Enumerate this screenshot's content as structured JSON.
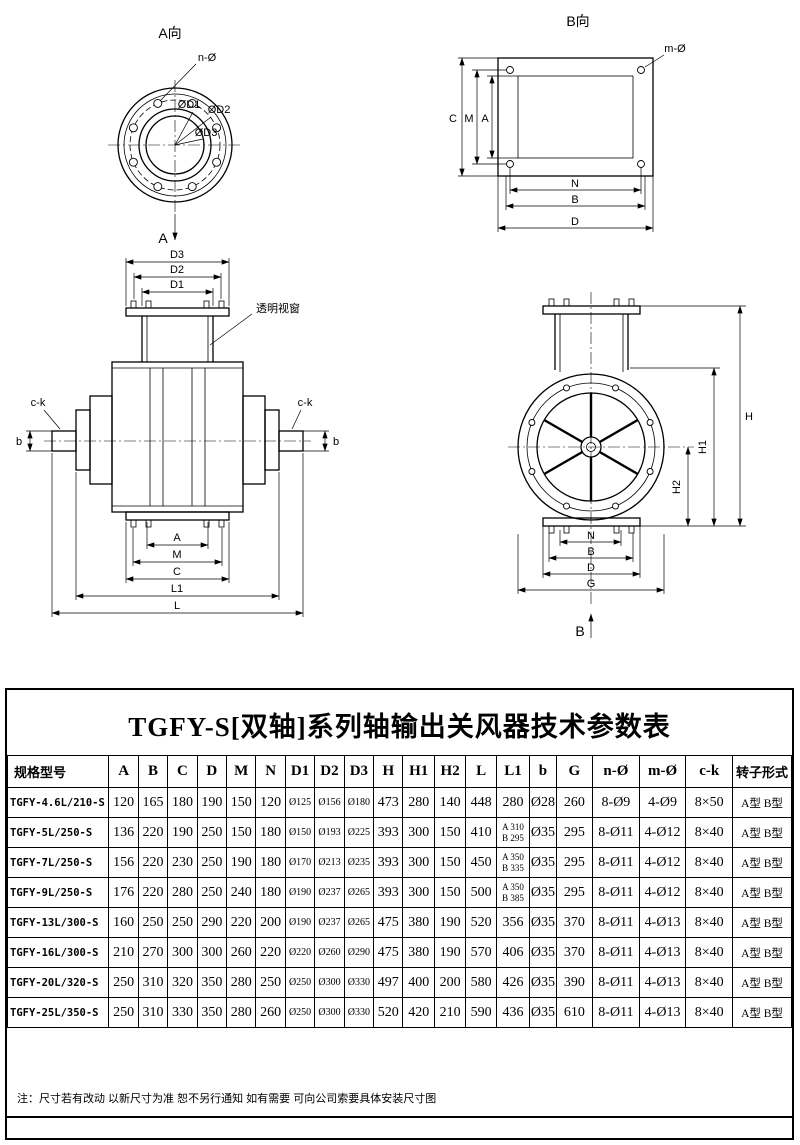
{
  "drawings": {
    "view_a": {
      "title": "A向",
      "n_hole_label": "n-Ø",
      "d1_label": "ØD1",
      "d2_label": "ØD2",
      "d3_label": "ØD3",
      "section_arrow": "A"
    },
    "view_b": {
      "title": "B向",
      "m_hole_label": "m-Ø",
      "dim_c": "C",
      "dim_m": "M",
      "dim_a": "A",
      "dim_n": "N",
      "dim_b": "B",
      "dim_d": "D"
    },
    "front_view": {
      "dim_d3": "D3",
      "dim_d2": "D2",
      "dim_d1": "D1",
      "window_label": "透明视窗",
      "ck_label": "c-k",
      "dim_b": "b",
      "dim_a": "A",
      "dim_m": "M",
      "dim_c": "C",
      "dim_l1": "L1",
      "dim_l": "L"
    },
    "side_view": {
      "dim_h": "H",
      "dim_h1": "H1",
      "dim_h2": "H2",
      "dim_n": "N",
      "dim_b": "B",
      "dim_d": "D",
      "dim_g": "G",
      "section_arrow": "B"
    }
  },
  "table": {
    "title": "TGFY-S[双轴]系列轴输出关风器技术参数表",
    "headers": [
      "规格型号",
      "A",
      "B",
      "C",
      "D",
      "M",
      "N",
      "D1",
      "D2",
      "D3",
      "H",
      "H1",
      "H2",
      "L",
      "L1",
      "b",
      "G",
      "n-Ø",
      "m-Ø",
      "c-k",
      "转子形式"
    ],
    "rows": [
      [
        "TGFY-4.6L/210-S",
        "120",
        "165",
        "180",
        "190",
        "150",
        "120",
        "Ø125",
        "Ø156",
        "Ø180",
        "473",
        "280",
        "140",
        "448",
        "280",
        "Ø28",
        "260",
        "8-Ø9",
        "4-Ø9",
        "8×50",
        "A型 B型"
      ],
      [
        "TGFY-5L/250-S",
        "136",
        "220",
        "190",
        "250",
        "150",
        "180",
        "Ø150",
        "Ø193",
        "Ø225",
        "393",
        "300",
        "150",
        "410",
        "A 310\nB 295",
        "Ø35",
        "295",
        "8-Ø11",
        "4-Ø12",
        "8×40",
        "A型 B型"
      ],
      [
        "TGFY-7L/250-S",
        "156",
        "220",
        "230",
        "250",
        "190",
        "180",
        "Ø170",
        "Ø213",
        "Ø235",
        "393",
        "300",
        "150",
        "450",
        "A 350\nB 335",
        "Ø35",
        "295",
        "8-Ø11",
        "4-Ø12",
        "8×40",
        "A型 B型"
      ],
      [
        "TGFY-9L/250-S",
        "176",
        "220",
        "280",
        "250",
        "240",
        "180",
        "Ø190",
        "Ø237",
        "Ø265",
        "393",
        "300",
        "150",
        "500",
        "A 350\nB 385",
        "Ø35",
        "295",
        "8-Ø11",
        "4-Ø12",
        "8×40",
        "A型 B型"
      ],
      [
        "TGFY-13L/300-S",
        "160",
        "250",
        "250",
        "290",
        "220",
        "200",
        "Ø190",
        "Ø237",
        "Ø265",
        "475",
        "380",
        "190",
        "520",
        "356",
        "Ø35",
        "370",
        "8-Ø11",
        "4-Ø13",
        "8×40",
        "A型 B型"
      ],
      [
        "TGFY-16L/300-S",
        "210",
        "270",
        "300",
        "300",
        "260",
        "220",
        "Ø220",
        "Ø260",
        "Ø290",
        "475",
        "380",
        "190",
        "570",
        "406",
        "Ø35",
        "370",
        "8-Ø11",
        "4-Ø13",
        "8×40",
        "A型 B型"
      ],
      [
        "TGFY-20L/320-S",
        "250",
        "310",
        "320",
        "350",
        "280",
        "250",
        "Ø250",
        "Ø300",
        "Ø330",
        "497",
        "400",
        "200",
        "580",
        "426",
        "Ø35",
        "390",
        "8-Ø11",
        "4-Ø13",
        "8×40",
        "A型 B型"
      ],
      [
        "TGFY-25L/350-S",
        "250",
        "310",
        "330",
        "350",
        "280",
        "260",
        "Ø250",
        "Ø300",
        "Ø330",
        "520",
        "420",
        "210",
        "590",
        "436",
        "Ø35",
        "610",
        "8-Ø11",
        "4-Ø13",
        "8×40",
        "A型 B型"
      ]
    ]
  },
  "note": "注：尺寸若有改动 以新尺寸为准 恕不另行通知 如有需要 可向公司索要具体安装尺寸图"
}
